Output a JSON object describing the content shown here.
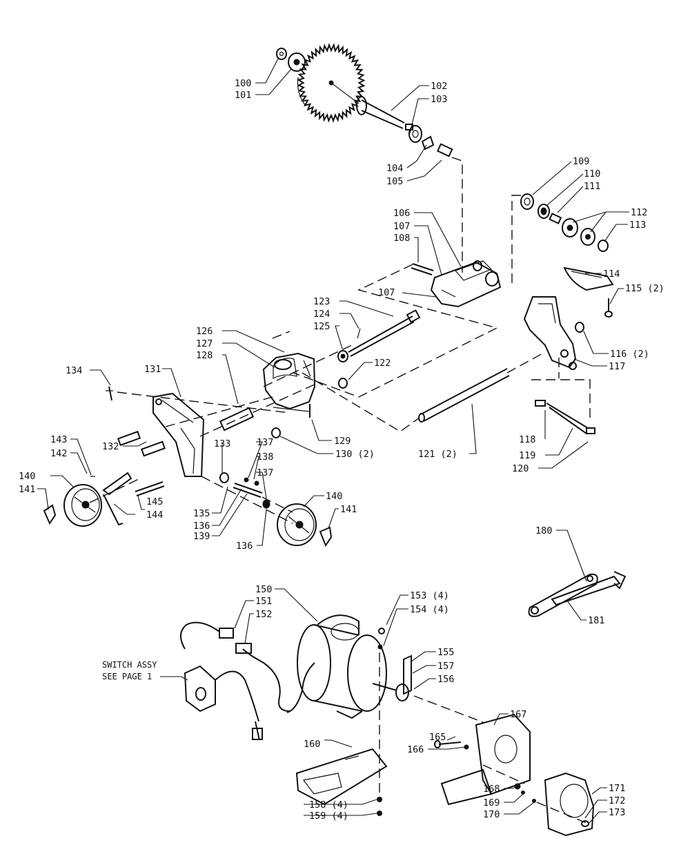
{
  "diagram": {
    "labels": [
      {
        "id": "l100",
        "text": "100"
      },
      {
        "id": "l101",
        "text": "101"
      },
      {
        "id": "l102",
        "text": "102"
      },
      {
        "id": "l103",
        "text": "103"
      },
      {
        "id": "l104",
        "text": "104"
      },
      {
        "id": "l105",
        "text": "105"
      },
      {
        "id": "l106",
        "text": "106"
      },
      {
        "id": "l107a",
        "text": "107"
      },
      {
        "id": "l108",
        "text": "108"
      },
      {
        "id": "l107b",
        "text": "107"
      },
      {
        "id": "l109",
        "text": "109"
      },
      {
        "id": "l110",
        "text": "110"
      },
      {
        "id": "l111",
        "text": "111"
      },
      {
        "id": "l112",
        "text": "112"
      },
      {
        "id": "l113",
        "text": "113"
      },
      {
        "id": "l114",
        "text": "114"
      },
      {
        "id": "l115",
        "text": "115 (2)"
      },
      {
        "id": "l116",
        "text": "116 (2)"
      },
      {
        "id": "l117",
        "text": "117"
      },
      {
        "id": "l118",
        "text": "118"
      },
      {
        "id": "l119",
        "text": "119"
      },
      {
        "id": "l120",
        "text": "120"
      },
      {
        "id": "l121",
        "text": "121 (2)"
      },
      {
        "id": "l122",
        "text": "122"
      },
      {
        "id": "l123",
        "text": "123"
      },
      {
        "id": "l124",
        "text": "124"
      },
      {
        "id": "l125",
        "text": "125"
      },
      {
        "id": "l126",
        "text": "126"
      },
      {
        "id": "l127",
        "text": "127"
      },
      {
        "id": "l128",
        "text": "128"
      },
      {
        "id": "l129",
        "text": "129"
      },
      {
        "id": "l130",
        "text": "130 (2)"
      },
      {
        "id": "l131",
        "text": "131"
      },
      {
        "id": "l132",
        "text": "132"
      },
      {
        "id": "l133",
        "text": "133"
      },
      {
        "id": "l134",
        "text": "134"
      },
      {
        "id": "l135",
        "text": "135"
      },
      {
        "id": "l136a",
        "text": "136"
      },
      {
        "id": "l136b",
        "text": "136"
      },
      {
        "id": "l137a",
        "text": "137"
      },
      {
        "id": "l137b",
        "text": "137"
      },
      {
        "id": "l138",
        "text": "138"
      },
      {
        "id": "l139",
        "text": "139"
      },
      {
        "id": "l140a",
        "text": "140"
      },
      {
        "id": "l140b",
        "text": "140"
      },
      {
        "id": "l141a",
        "text": "141"
      },
      {
        "id": "l141b",
        "text": "141"
      },
      {
        "id": "l142",
        "text": "142"
      },
      {
        "id": "l143",
        "text": "143"
      },
      {
        "id": "l144",
        "text": "144"
      },
      {
        "id": "l145",
        "text": "145"
      },
      {
        "id": "l150",
        "text": "150"
      },
      {
        "id": "l151",
        "text": "151"
      },
      {
        "id": "l152",
        "text": "152"
      },
      {
        "id": "l153",
        "text": "153 (4)"
      },
      {
        "id": "l154",
        "text": "154 (4)"
      },
      {
        "id": "l155",
        "text": "155"
      },
      {
        "id": "l156",
        "text": "156"
      },
      {
        "id": "l157",
        "text": "157"
      },
      {
        "id": "l158",
        "text": "158 (4)"
      },
      {
        "id": "l159",
        "text": "159 (4)"
      },
      {
        "id": "l160",
        "text": "160"
      },
      {
        "id": "l165",
        "text": "165"
      },
      {
        "id": "l166",
        "text": "166"
      },
      {
        "id": "l167",
        "text": "167"
      },
      {
        "id": "l168",
        "text": "168"
      },
      {
        "id": "l169",
        "text": "169"
      },
      {
        "id": "l170",
        "text": "170"
      },
      {
        "id": "l171",
        "text": "171"
      },
      {
        "id": "l172",
        "text": "172"
      },
      {
        "id": "l173",
        "text": "173"
      },
      {
        "id": "l180",
        "text": "180"
      },
      {
        "id": "l181",
        "text": "181"
      }
    ],
    "switch_note": {
      "line1": "SWITCH ASSY",
      "line2": "SEE PAGE 1"
    }
  }
}
